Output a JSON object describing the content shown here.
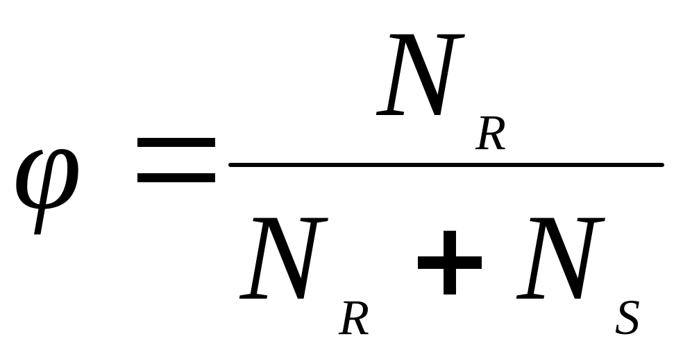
{
  "formula": {
    "lhs_symbol": "φ",
    "operator_equals": "=",
    "numerator": {
      "main": "N",
      "subscript": "R"
    },
    "denominator": {
      "term1": {
        "main": "N",
        "subscript": "R"
      },
      "operator_plus": "+",
      "term2": {
        "main": "N",
        "subscript": "S"
      }
    }
  }
}
